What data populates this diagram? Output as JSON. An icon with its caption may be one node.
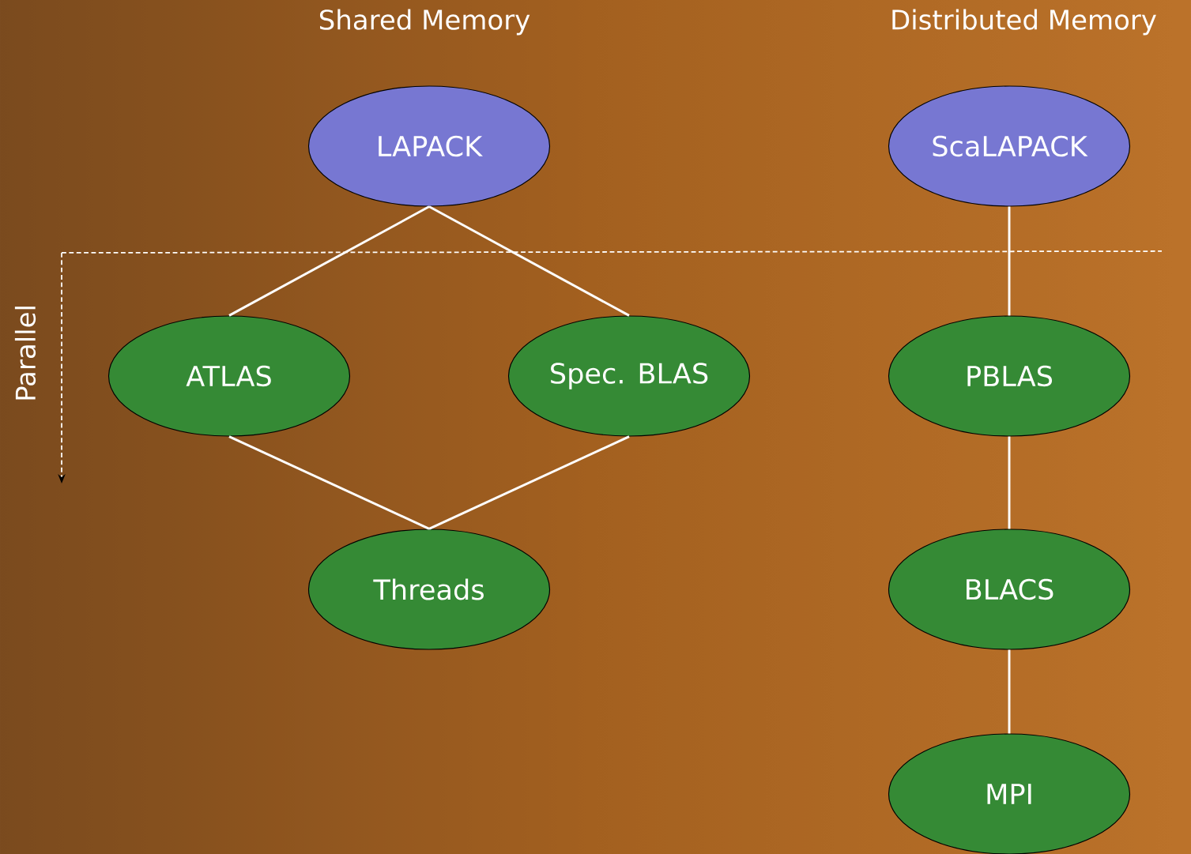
{
  "diagram": {
    "nodes": [
      {
        "text": [
          "LAPACK"
        ]
      },
      {
        "text": [
          "ScaLAPACK"
        ]
      },
      {
        "text": [
          "ATLAS"
        ]
      },
      {
        "text": [
          "Spec. BLAS"
        ]
      },
      {
        "text": [
          "PBLAS"
        ]
      },
      {
        "text": [
          "Threads"
        ]
      },
      {
        "text": [
          "BLACS"
        ]
      },
      {
        "text": [
          "MPI"
        ]
      }
    ],
    "edges": [
      {
        "from": 0,
        "to": 2,
        "arrow": "none"
      },
      {
        "from": 0,
        "to": 3,
        "arrow": "none"
      },
      {
        "from": 2,
        "to": 5,
        "arrow": "none"
      },
      {
        "from": 3,
        "to": 5,
        "arrow": "none"
      },
      {
        "from": 1,
        "to": 4,
        "arrow": "none"
      },
      {
        "from": 4,
        "to": 6,
        "arrow": "none"
      },
      {
        "from": 6,
        "to": 7,
        "arrow": "none"
      }
    ],
    "labels": [
      "Shared Memory",
      "Distributed Memory",
      "Parallel"
    ]
  }
}
